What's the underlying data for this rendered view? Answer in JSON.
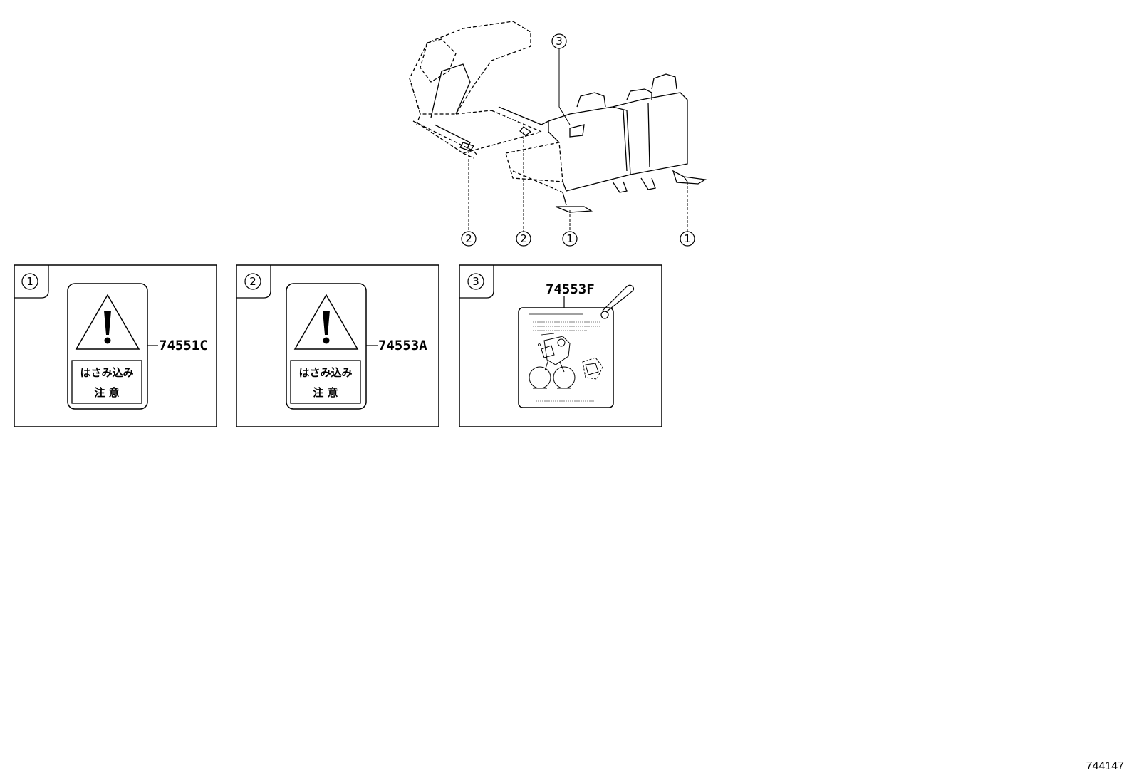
{
  "diagram": {
    "callouts": {
      "c1": "1",
      "c2": "2",
      "c3": "3"
    },
    "panels": [
      {
        "index": "1",
        "part_number": "74551C",
        "label_line1": "はさみ込み",
        "label_line2": "注 意"
      },
      {
        "index": "2",
        "part_number": "74553A",
        "label_line1": "はさみ込み",
        "label_line2": "注 意"
      },
      {
        "index": "3",
        "part_number": "74553F"
      }
    ],
    "reference_code": "744147"
  },
  "colors": {
    "ink": "#000000",
    "paper": "#ffffff"
  },
  "icons": [
    "warning-triangle-icon",
    "exclamation-icon"
  ]
}
